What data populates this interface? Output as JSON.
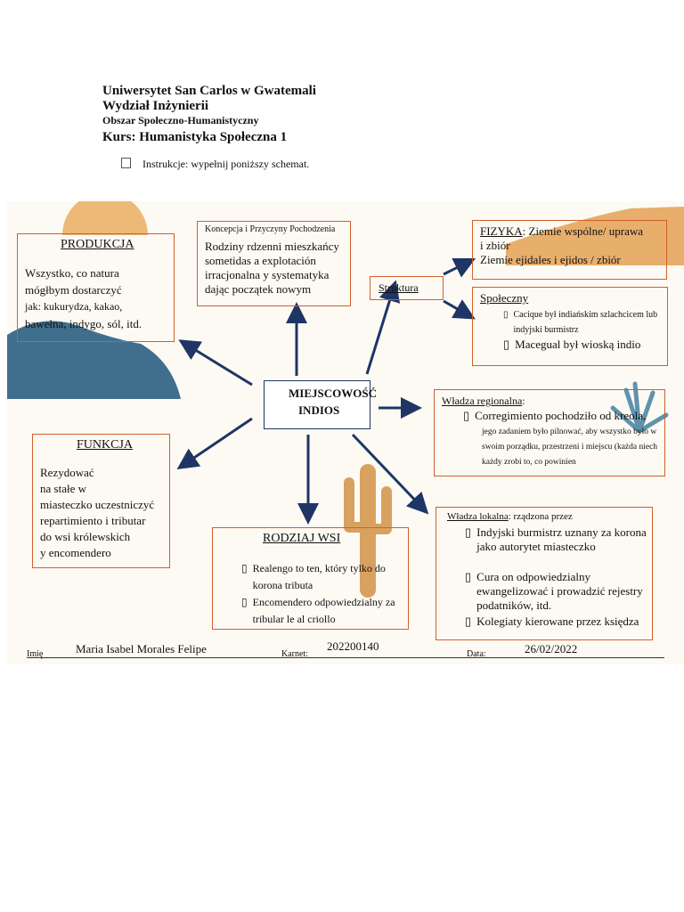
{
  "header": {
    "university": "Uniwersytet San Carlos w Gwatemali",
    "faculty": "Wydział Inżynierii",
    "area": "Obszar Społeczno-Humanistyczny",
    "course": "Kurs: Humanistyka Społeczna 1",
    "instruction_bullet": "",
    "instruction": "Instrukcje: wypełnij poniższy schemat."
  },
  "center": {
    "line1": "MIEJSCOWOŚĆ",
    "line2": "INDIOS"
  },
  "produkcja": {
    "title": "PRODUKCJA",
    "lines": [
      "Wszystko, co natura",
      "mógłbym dostarczyć",
      "jak: kukurydza, kakao,",
      "bawełna, indygo, sól, itd."
    ]
  },
  "koncepcja": {
    "title": "Koncepcja i Przyczyny Pochodzenia",
    "lines": [
      "Rodziny rdzenni mieszkańcy",
      "sometidas a explotación",
      "irracjonalna y systematyka",
      "dając początek nowym"
    ]
  },
  "struktura": {
    "label": "Struktura"
  },
  "fizyka": {
    "title": "FIZYKA",
    "line1": ": Ziemie wspólne/ uprawa",
    "line2": "i zbiór",
    "line3": "Ziemie ejidales i ejidos / zbiór"
  },
  "spoleczny": {
    "title": "Społeczny",
    "item1": "Cacique był indiańskim szlachcicem lub indyjski burmistrz",
    "item2": "Macegual był wioską indio"
  },
  "wladza_regionalna": {
    "title": "Władza regionalna",
    "colon": ":",
    "item1a": "Corregimiento pochodziło od kreola,",
    "item1b": "jego zadaniem było pilnować, aby wszystko było w swoim porządku, przestrzeni i miejscu (każda niech każdy zrobi to, co powinien"
  },
  "funkcja": {
    "title": "FUNKCJA",
    "lines": [
      "Rezydować",
      "na stałe w",
      "miasteczko uczestniczyć",
      "repartimiento i tributar",
      "do wsi królewskich",
      "y encomendero"
    ]
  },
  "rodzaj_wsi": {
    "title": "RODZIAJ WSI",
    "item1": "Realengo to ten, który tylko do korona tributa",
    "item2": "Encomendero odpowiedzialny za tribular le al criollo"
  },
  "wladza_lokalna": {
    "title": "Władza lokalna",
    "subtitle": ": rządzona przez",
    "item1": "Indyjski burmistrz uznany za korona jako autorytet miasteczko",
    "item2": "Cura on odpowiedzialny ewangelizować i prowadzić rejestry podatników, itd.",
    "item3": "Kolegiaty kierowane przez księdza"
  },
  "footer": {
    "name_label": "Imię",
    "name": "Maria Isabel Morales Felipe",
    "karnet_label": "Karnet:",
    "karnet": "202200140",
    "date_label": "Data:",
    "date": "26/02/2022"
  },
  "colors": {
    "box_border": "#d0602b",
    "arrow": "#1f3566",
    "sand": "#e8a85a",
    "blue_hill": "#3f6f8c",
    "agave": "#5f93ad",
    "cactus": "#d9a15f"
  }
}
